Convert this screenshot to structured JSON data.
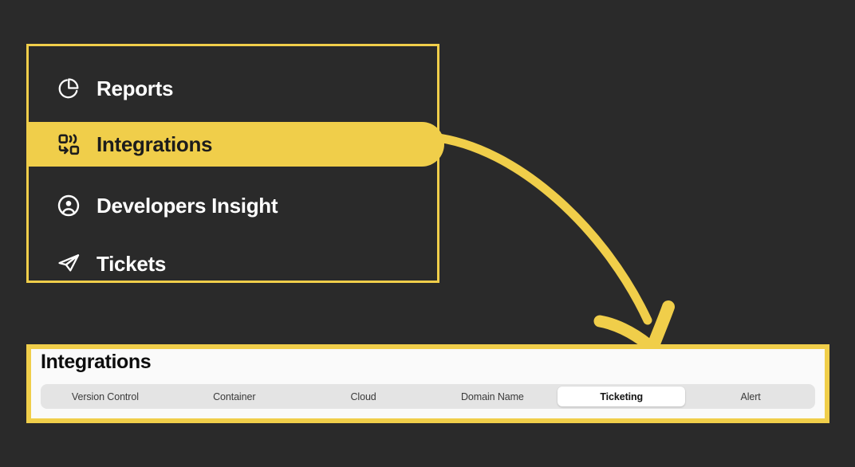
{
  "theme": {
    "accent": "#f0ce4a",
    "background": "#2a2a2a",
    "panel_background": "#fafafa",
    "tabstrip_background": "#e4e4e4",
    "selected_tab_background": "#ffffff",
    "nav_text": "#ffffff",
    "active_nav_text": "#1c1c1c",
    "tab_text": "#3b3b3b"
  },
  "sidebar": {
    "items": [
      {
        "label": "Reports",
        "icon": "pie-chart-icon",
        "active": false
      },
      {
        "label": "Integrations",
        "icon": "integrations-icon",
        "active": true
      },
      {
        "label": "Developers Insight",
        "icon": "user-circle-icon",
        "active": false
      },
      {
        "label": "Tickets",
        "icon": "paper-plane-icon",
        "active": false
      }
    ]
  },
  "annotation": {
    "arrow": "curved-arrow-pointing-from-integrations-nav-to-content-panel"
  },
  "content": {
    "title": "Integrations",
    "tabs": [
      {
        "label": "Version Control",
        "selected": false
      },
      {
        "label": "Container",
        "selected": false
      },
      {
        "label": "Cloud",
        "selected": false
      },
      {
        "label": "Domain Name",
        "selected": false
      },
      {
        "label": "Ticketing",
        "selected": true
      },
      {
        "label": "Alert",
        "selected": false
      }
    ]
  }
}
